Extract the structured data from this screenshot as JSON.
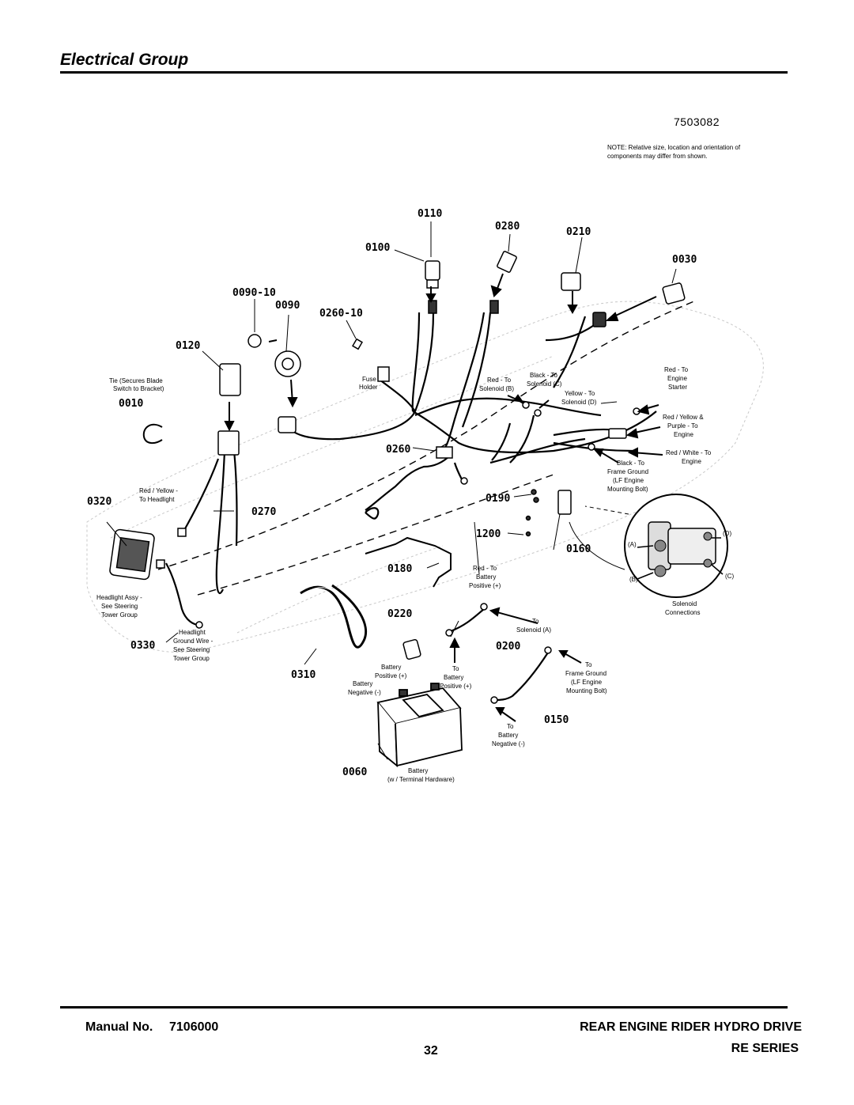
{
  "header": {
    "title": "Electrical Group",
    "diagram_id": "7503082",
    "note": "NOTE: Relative size, location and orientation of components may differ from shown."
  },
  "parts": {
    "p0110": "0110",
    "p0280": "0280",
    "p0210": "0210",
    "p0100": "0100",
    "p0030": "0030",
    "p0090_10": "0090-10",
    "p0090": "0090",
    "p0260_10": "0260-10",
    "p0120": "0120",
    "p0010": "0010",
    "p0260": "0260",
    "p0320": "0320",
    "p0270": "0270",
    "p0190": "0190",
    "p1200": "1200",
    "p0160": "0160",
    "p0180": "0180",
    "p0220": "0220",
    "p0200": "0200",
    "p0330": "0330",
    "p0310": "0310",
    "p0150": "0150",
    "p0060": "0060"
  },
  "labels": {
    "tie": [
      "Tie (Secures Blade",
      "Switch to Bracket)"
    ],
    "fuse": [
      "Fuse",
      "Holder"
    ],
    "red_sol_b": [
      "Red - To",
      "Solenoid (B)"
    ],
    "black_sol_c": [
      "Black - To",
      "Solenoid (C)"
    ],
    "yellow_sol_d": [
      "Yellow - To",
      "Solenoid (D)"
    ],
    "red_engine": [
      "Red - To",
      "Engine",
      "Starter"
    ],
    "red_yellow": [
      "Red / Yellow &",
      "Purple - To",
      "Engine"
    ],
    "red_white": [
      "Red / White - To",
      "Engine"
    ],
    "black_frame": [
      "Black - To",
      "Frame Ground",
      "(LF Engine",
      "Mounting Bolt)"
    ],
    "red_yellow_headlight": [
      "Red / Yellow -",
      "To Headlight"
    ],
    "headlight_assy": [
      "Headlight Assy -",
      "See Steering",
      "Tower Group"
    ],
    "headlight_ground": [
      "Headlight",
      "Ground Wire -",
      "See Steering",
      "Tower Group"
    ],
    "red_battery_pos": [
      "Red - To",
      "Battery",
      "Positive (+)"
    ],
    "to_sol_a": [
      "To",
      "Solenoid (A)"
    ],
    "battery_pos": [
      "Battery",
      "Positive (+)"
    ],
    "battery_neg": [
      "Battery",
      "Negative (-)"
    ],
    "to_battery_pos": [
      "To",
      "Battery",
      "Positive (+)"
    ],
    "to_frame_ground": [
      "To",
      "Frame Ground",
      "(LF Engine",
      "Mounting Bolt)"
    ],
    "to_battery_neg": [
      "To",
      "Battery",
      "Negative (-)"
    ],
    "battery_hw": [
      "Battery",
      "(w / Terminal Hardware)"
    ],
    "solenoid_conn": [
      "Solenoid",
      "Connections"
    ],
    "terminal_a": "(A)",
    "terminal_b": "(B)",
    "terminal_c": "(C)",
    "terminal_d": "(D)",
    "tie_symbol": "C"
  },
  "footer": {
    "manual_label": "Manual No.",
    "manual_number": "7106000",
    "product": "REAR ENGINE RIDER HYDRO DRIVE",
    "series": "RE SERIES",
    "page_number": "32"
  }
}
